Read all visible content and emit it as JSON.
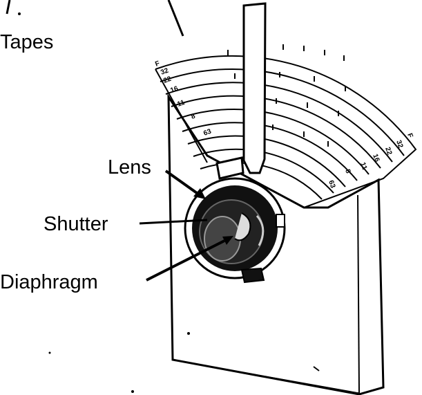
{
  "labels": {
    "tapes": "Tapes",
    "lens": "Lens",
    "shutter": "Shutter",
    "diaphragm": "Diaphragm"
  },
  "scale_left": [
    "F",
    "32",
    "22",
    "16",
    "11",
    "8",
    "63"
  ],
  "scale_right": [
    "63",
    "8",
    "11",
    "16",
    "22",
    "32",
    "F"
  ],
  "colors": {
    "ink": "#000000",
    "paper": "#ffffff"
  }
}
